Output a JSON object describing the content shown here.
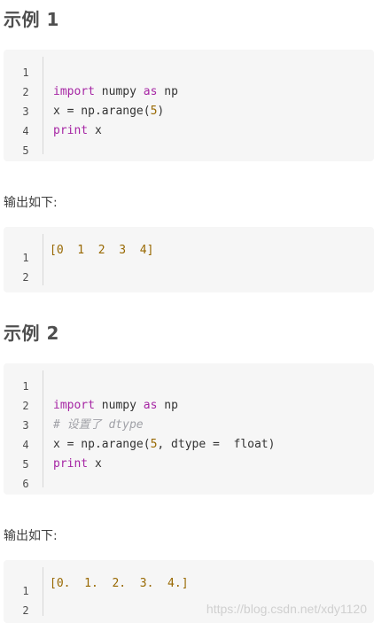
{
  "example1": {
    "title": "示例 1",
    "line_numbers": [
      "1",
      "2",
      "3",
      "4",
      "5"
    ],
    "code": {
      "import_kw": "import",
      "import_rest": " numpy ",
      "as_kw": "as",
      "as_rest": " np",
      "line2_prefix": "x = np.arange(",
      "line2_num": "5",
      "line2_suffix": ")",
      "print_kw": "print",
      "print_rest": " x"
    }
  },
  "output1": {
    "label": "输出如下:",
    "line_numbers": [
      "1",
      "2"
    ],
    "text": "[0  1  2  3  4]"
  },
  "example2": {
    "title": "示例 2",
    "line_numbers": [
      "1",
      "2",
      "3",
      "4",
      "5",
      "6"
    ],
    "code": {
      "import_kw": "import",
      "import_rest": " numpy ",
      "as_kw": "as",
      "as_rest": " np",
      "comment": "# 设置了 dtype",
      "line3_prefix": "x = np.arange(",
      "line3_num": "5",
      "line3_suffix": ", dtype =  float)",
      "print_kw": "print",
      "print_rest": " x"
    }
  },
  "output2": {
    "label": "输出如下:",
    "line_numbers": [
      "1",
      "2"
    ],
    "text": "[0.  1.  2.  3.  4.]"
  },
  "watermark": "https://blog.csdn.net/xdy1120"
}
